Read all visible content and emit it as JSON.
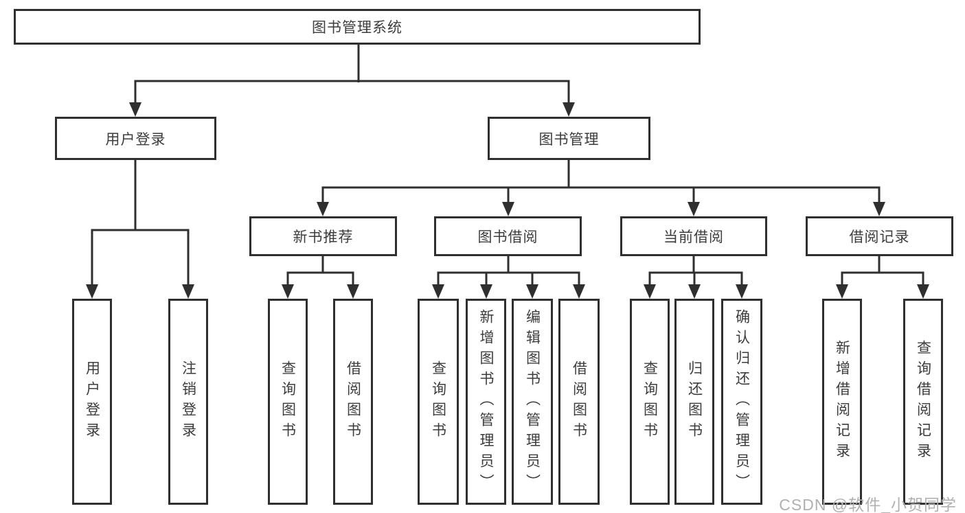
{
  "tree": {
    "label": "图书管理系统",
    "children": [
      {
        "label": "用户登录",
        "children": [
          {
            "label": "用户登录"
          },
          {
            "label": "注销登录"
          }
        ]
      },
      {
        "label": "图书管理",
        "children": [
          {
            "label": "新书推荐",
            "children": [
              {
                "label": "查询图书"
              },
              {
                "label": "借阅图书"
              }
            ]
          },
          {
            "label": "图书借阅",
            "children": [
              {
                "label": "查询图书"
              },
              {
                "label": "新增图书（管理员）"
              },
              {
                "label": "编辑图书（管理员）"
              },
              {
                "label": "借阅图书"
              }
            ]
          },
          {
            "label": "当前借阅",
            "children": [
              {
                "label": "查询图书"
              },
              {
                "label": "归还图书"
              },
              {
                "label": "确认归还（管理员）"
              }
            ]
          },
          {
            "label": "借阅记录",
            "children": [
              {
                "label": "新增借阅记录"
              },
              {
                "label": "查询借阅记录"
              }
            ]
          }
        ]
      }
    ]
  },
  "watermark": "CSDN @软件_小贺同学",
  "colors": {
    "line": "#2f2f2f",
    "text": "#3c3c3c",
    "box_background": "#ffffff",
    "watermark": "#b0b0b0"
  }
}
